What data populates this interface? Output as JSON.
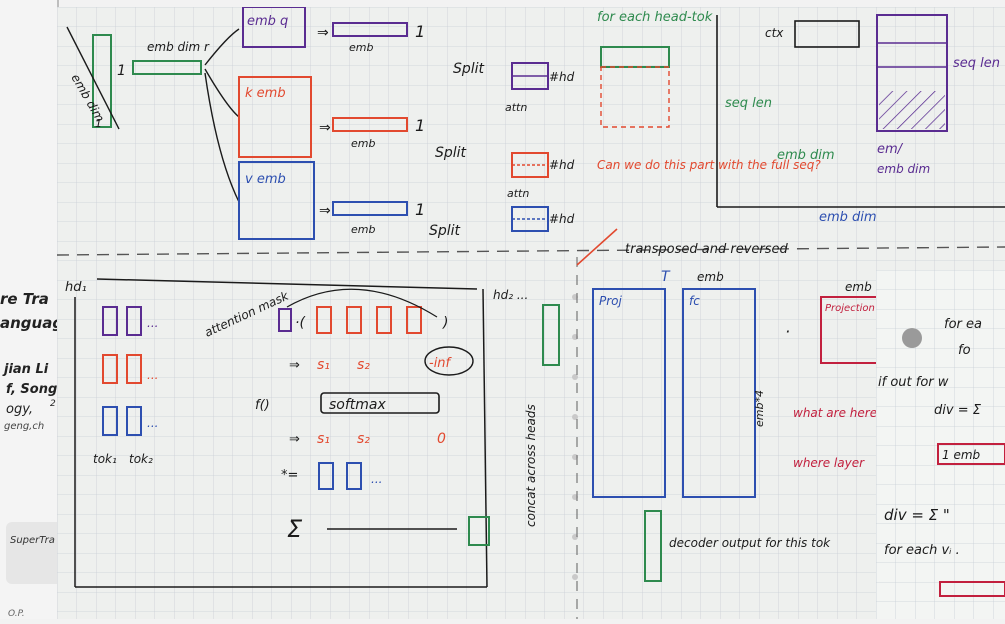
{
  "background_document": {
    "title_line1": "re Tra",
    "title_line2": "anguag",
    "authors_line1": "jian Li",
    "authors_line2": "f, Song I",
    "affil": "ogy,",
    "affil_sup": "2",
    "email": "geng,ch",
    "button_label": "SuperTra",
    "footer_text": "O.P."
  },
  "notebook": {
    "labels": {
      "emb_dim_r": "emb dim r",
      "emb_diag": "emb dim",
      "q_box": "emb  q",
      "k_box": "k  emb",
      "v_box": "v  emb",
      "emb": "emb",
      "emb_small": "emb",
      "one": "1",
      "split": "Split",
      "hd": "#hd",
      "attn": "attn",
      "for_each_head": "for each head-tok",
      "can_we": "Can we do this part with the full seq?",
      "ctx": "ctx",
      "seq_len": "seq len",
      "emb_dim_top": "emb dim",
      "em_slash": "em/",
      "emb_dim_right": "emb dim",
      "emb_dim_bottom": "emb dim",
      "transposed": "transposed and reversed",
      "hd1": "hd₁",
      "hd2": "hd₂ ...",
      "attention_mask": "attention mask",
      "s1": "s₁",
      "s2": "s₂",
      "neg_inf": "-inf",
      "zero": "0",
      "f_paren": "f()",
      "softmax": "softmax",
      "arrow_eq": "⇒",
      "star_eq": "*=",
      "sigma": "Σ",
      "tok1": "tok₁",
      "tok2": "tok₂",
      "concat": "concat across heads",
      "T": "T",
      "proj": "Proj",
      "fc": "fc",
      "emb_x4": "emb*4",
      "what_are": "what are here",
      "where_layer": "where layer",
      "projection": "Projection",
      "decoder_output": "decoder output for this tok",
      "dots": "..."
    },
    "colors": {
      "paper": "#eef0ee",
      "grid": "#c9cfd6",
      "ink": "#1b1b1b",
      "green": "#2e8a4e",
      "purple": "#5a2c91",
      "red": "#e2492f",
      "blue": "#2d4fb0",
      "crimson": "#c2203e"
    }
  },
  "right_page": {
    "line1": "for ea",
    "line2": "fo",
    "line3": "if out for w",
    "line4": "div = Σ",
    "line5": "1 emb",
    "line6": "div = Σ \"",
    "line7": "for each vᵢ ."
  }
}
